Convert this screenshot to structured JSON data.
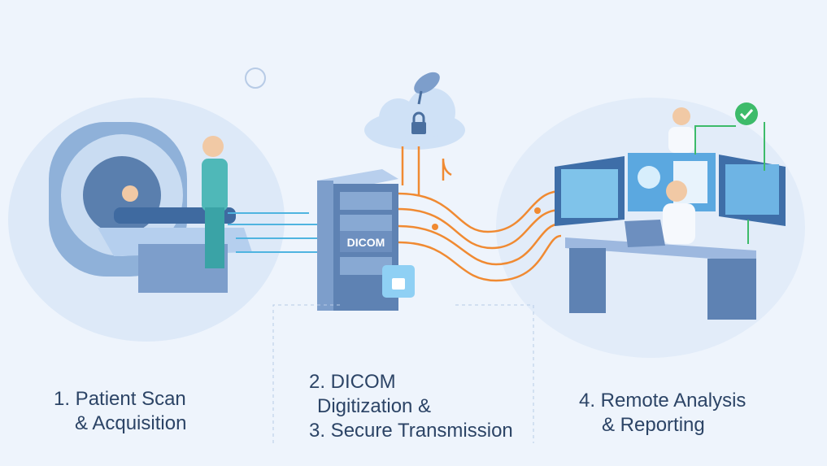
{
  "steps": [
    {
      "line1": "1. Patient Scan",
      "line2": "& Acquisition"
    },
    {
      "line1": "2. DICOM",
      "line2": "Digitization &",
      "line3": "3. Secure Transmission"
    },
    {
      "line1": "4. Remote Analysis",
      "line2": "& Reporting"
    }
  ],
  "server": {
    "label": "DICOM"
  },
  "colors": {
    "background": "#eef4fc",
    "accent_blue": "#5b9bd5",
    "connection_orange": "#f08a32",
    "check_green": "#3dbb6a",
    "text": "#2c4466"
  },
  "icons": [
    "mri-scanner-icon",
    "cloud-icon",
    "satellite-dish-icon",
    "lock-icon",
    "server-rack-icon",
    "monitor-icon",
    "magnifier-icon",
    "check-icon",
    "clock-icon"
  ]
}
